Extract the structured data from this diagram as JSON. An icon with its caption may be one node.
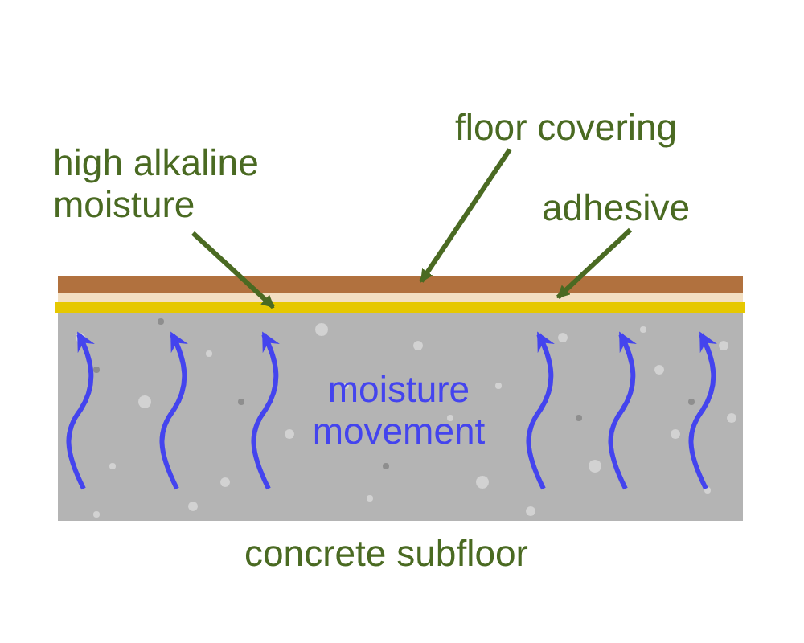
{
  "diagram": {
    "nodes": [
      {
        "text": [
          "high alkaline moisture"
        ]
      },
      {
        "text": [
          "floor covering"
        ]
      },
      {
        "text": [
          "adhesive"
        ]
      },
      {
        "text": [],
        "shape": "bar"
      },
      {
        "text": [],
        "shape": "bar"
      },
      {
        "text": [],
        "shape": "bar"
      }
    ],
    "edges": [
      {
        "from": 0,
        "to": 5,
        "arrow": "to"
      },
      {
        "from": 1,
        "to": 3,
        "arrow": "to"
      },
      {
        "from": 2,
        "to": 4,
        "arrow": "to"
      }
    ],
    "labels": [
      "moisture movement",
      "concrete subfloor"
    ]
  }
}
